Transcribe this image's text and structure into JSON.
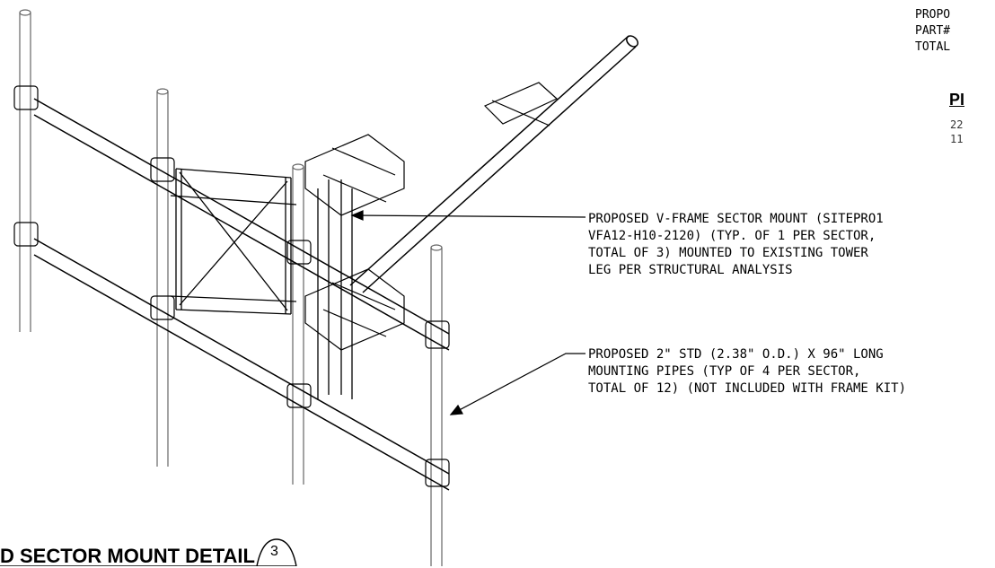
{
  "callouts": {
    "v_frame": {
      "lines": [
        "PROPOSED V-FRAME SECTOR MOUNT (SITEPRO1",
        "VFA12-H10-2120) (TYP. OF 1 PER SECTOR,",
        "TOTAL OF 3) MOUNTED TO EXISTING TOWER",
        "LEG PER STRUCTURAL ANALYSIS"
      ]
    },
    "pipes": {
      "lines": [
        "PROPOSED 2\" STD (2.38\" O.D.) X 96\" LONG",
        "MOUNTING PIPES (TYP OF 4 PER SECTOR,",
        "TOTAL OF 12) (NOT INCLUDED WITH FRAME KIT)"
      ]
    }
  },
  "top_right": {
    "lines": [
      "PROPO",
      "PART#",
      "TOTAL"
    ],
    "heading": "PI",
    "items": [
      "22",
      "11"
    ]
  },
  "title": {
    "text": "D SECTOR MOUNT DETAIL",
    "detail_number": "3"
  }
}
